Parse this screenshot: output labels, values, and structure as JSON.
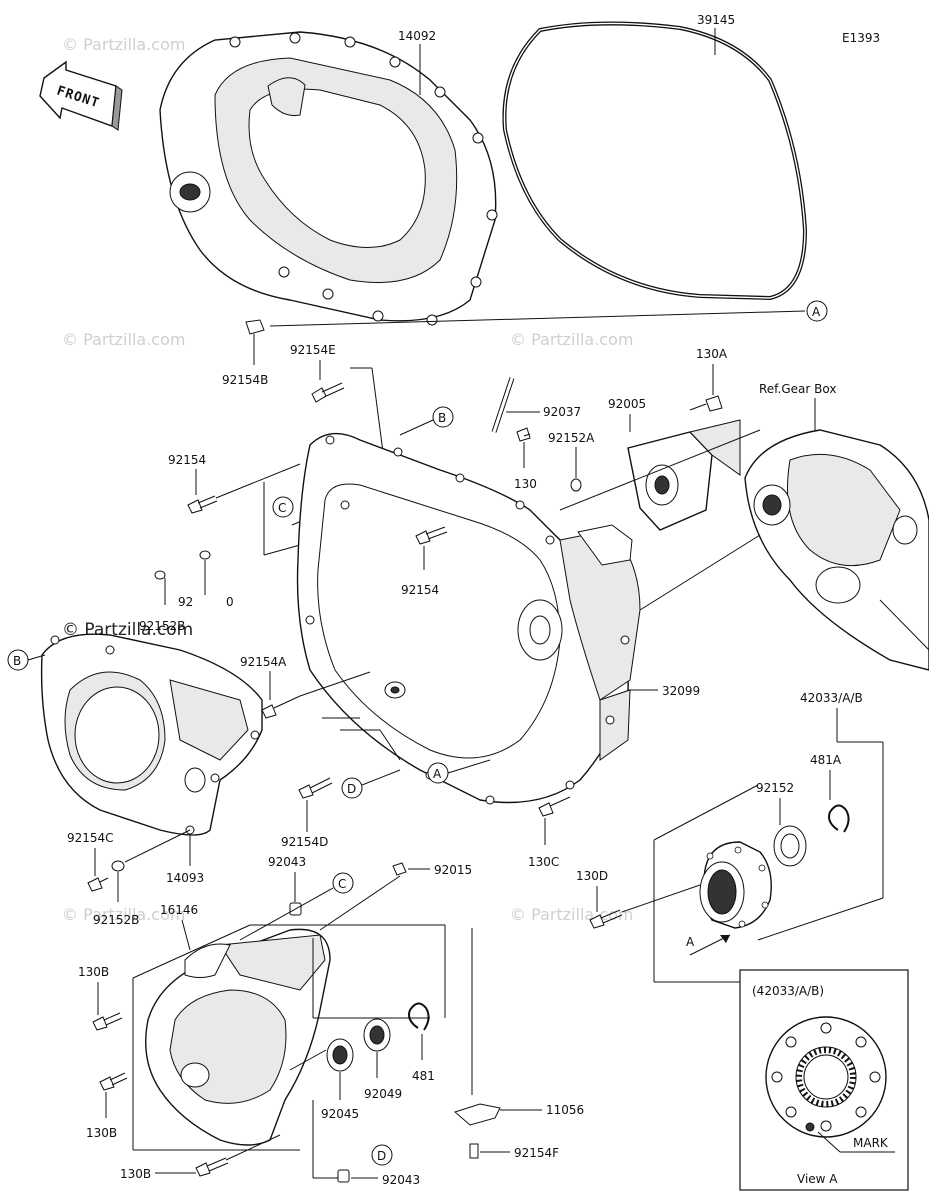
{
  "diagram_id": "E1393",
  "direction_label": "FRONT",
  "watermark": "© Partzilla.com",
  "parts": {
    "p14092": "14092",
    "p39145": "39145",
    "p92154B": "92154B",
    "p92154E": "92154E",
    "p130A": "130A",
    "ref_gear_box": "Ref.Gear Box",
    "p92037": "92037",
    "p92005": "92005",
    "p92152A": "92152A",
    "p130": "130",
    "p92154_top": "92154",
    "p92154_mid": "92154",
    "p9215x_hidden": "92",
    "p_hidden_tail": "0",
    "p92152B_top": "92152B",
    "p92154A": "92154A",
    "p32099": "32099",
    "p42033AB": "42033/A/B",
    "p481A": "481A",
    "p92152": "92152",
    "p92154D": "92154D",
    "p130C": "130C",
    "p130D": "130D",
    "p92154C": "92154C",
    "p14093": "14093",
    "p92152B_bot": "92152B",
    "p92043_top": "92043",
    "p92015": "92015",
    "p16146": "16146",
    "p130B_1": "130B",
    "p130B_2": "130B",
    "p130B_3": "130B",
    "p92045": "92045",
    "p92049": "92049",
    "p481": "481",
    "p11056": "11056",
    "p92154F": "92154F",
    "p92043_bot": "92043"
  },
  "callouts": {
    "A1": "A",
    "A2": "A",
    "A3": "A",
    "B1": "B",
    "B2": "B",
    "C1": "C",
    "C2": "C",
    "D1": "D",
    "D2": "D"
  },
  "view_a": {
    "title": "(42033/A/B)",
    "mark": "MARK",
    "caption": "View A"
  }
}
